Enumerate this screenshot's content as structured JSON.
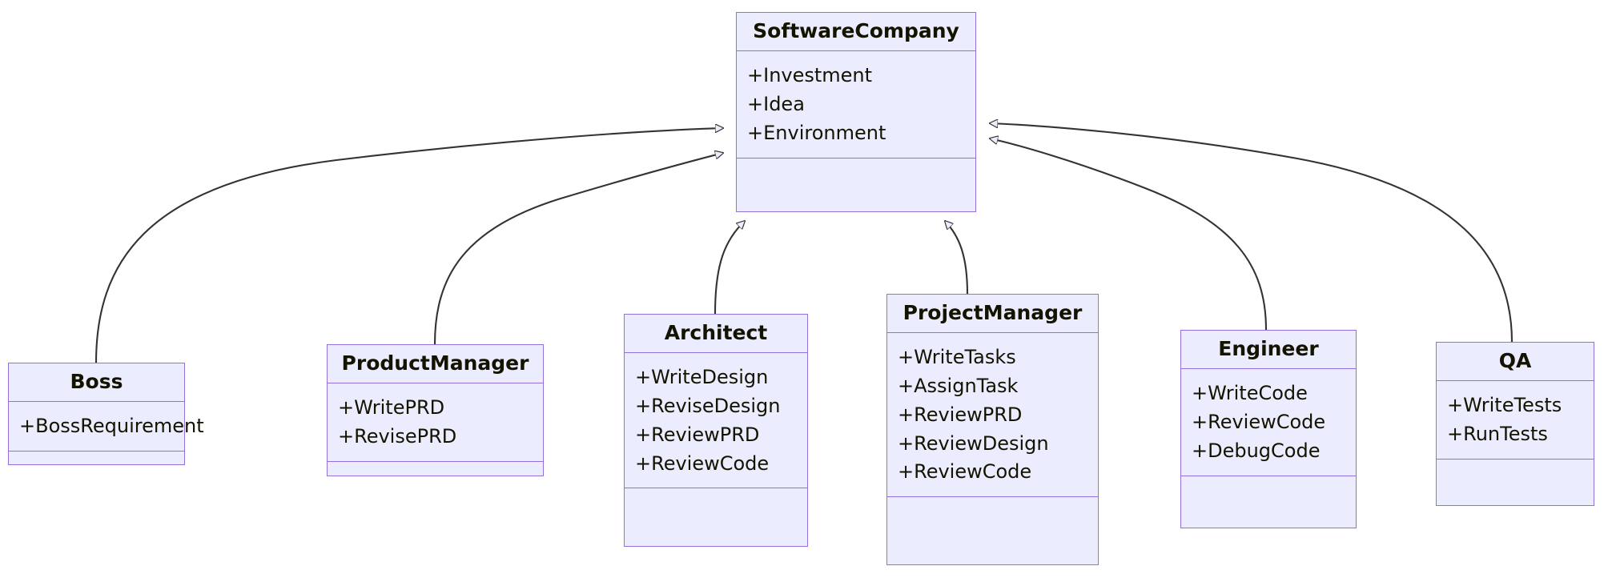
{
  "diagram": {
    "type": "uml-class-diagram",
    "relationship": "inheritance",
    "colors": {
      "node_fill": "#ECECFF",
      "node_border": "#9370DB",
      "edge_stroke": "#333333",
      "text": "#131300",
      "background": "#FFFFFF"
    },
    "base_class": {
      "name": "SoftwareCompany",
      "attributes": [
        "+Investment",
        "+Idea",
        "+Environment"
      ],
      "methods": []
    },
    "subclasses": [
      {
        "name": "Boss",
        "attributes": [
          "+BossRequirement"
        ],
        "methods": []
      },
      {
        "name": "ProductManager",
        "attributes": [
          "+WritePRD",
          "+RevisePRD"
        ],
        "methods": []
      },
      {
        "name": "Architect",
        "attributes": [
          "+WriteDesign",
          "+ReviseDesign",
          "+ReviewPRD",
          "+ReviewCode"
        ],
        "methods": []
      },
      {
        "name": "ProjectManager",
        "attributes": [
          "+WriteTasks",
          "+AssignTask",
          "+ReviewPRD",
          "+ReviewDesign",
          "+ReviewCode"
        ],
        "methods": []
      },
      {
        "name": "Engineer",
        "attributes": [
          "+WriteCode",
          "+ReviewCode",
          "+DebugCode"
        ],
        "methods": []
      },
      {
        "name": "QA",
        "attributes": [
          "+WriteTests",
          "+RunTests"
        ],
        "methods": []
      }
    ],
    "edges": [
      {
        "from": "Boss",
        "to": "SoftwareCompany",
        "kind": "inheritance"
      },
      {
        "from": "ProductManager",
        "to": "SoftwareCompany",
        "kind": "inheritance"
      },
      {
        "from": "Architect",
        "to": "SoftwareCompany",
        "kind": "inheritance"
      },
      {
        "from": "ProjectManager",
        "to": "SoftwareCompany",
        "kind": "inheritance"
      },
      {
        "from": "Engineer",
        "to": "SoftwareCompany",
        "kind": "inheritance"
      },
      {
        "from": "QA",
        "to": "SoftwareCompany",
        "kind": "inheritance"
      }
    ]
  }
}
